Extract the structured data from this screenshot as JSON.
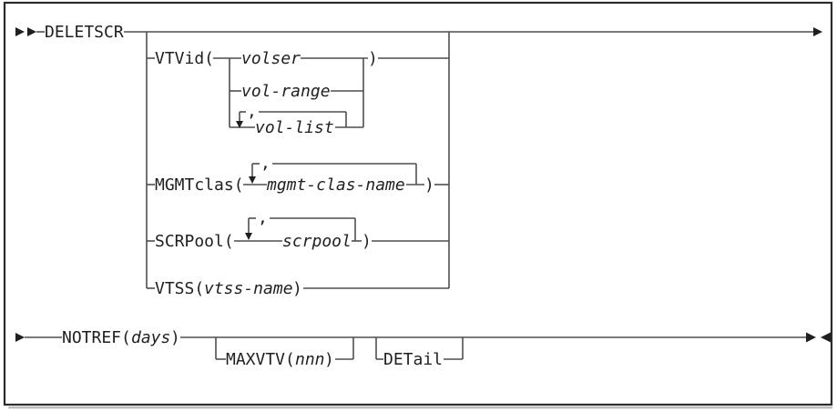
{
  "page": {
    "background": "#ffffff",
    "frame_border_color": "#2b2b2c",
    "frame_shadow_color": "#bcbdbf"
  },
  "diagram": {
    "kind": "command-syntax-railroad",
    "colors": {
      "rail": "#4d4e50",
      "text": "#1f1f20",
      "arrow": "#1f1f20"
    },
    "labels": {
      "command": "DELETSCR",
      "vtvid_open": "VTVid(",
      "volser": "volser",
      "vol_range": "vol-range",
      "vol_list": "vol-list",
      "vtvid_separator": ",",
      "vtvid_close": ")",
      "mgmtclas_open": "MGMTclas(",
      "mgmtclas_separator": ",",
      "mgmt_clas_name": "mgmt-clas-name",
      "mgmtclas_close": ")",
      "scrpool_open": "SCRPool(",
      "scrpool_separator": ",",
      "scrpool": "scrpool",
      "scrpool_close": ")",
      "vtss_open": "VTSS(",
      "vtss_name": "vtss-name",
      "vtss_close": ")",
      "notref_open": "NOTREF(",
      "days": "days",
      "notref_close": ")",
      "maxvtv_open": "MAXVTV(",
      "nnn": "nnn",
      "maxvtv_close": ")",
      "detail": "DETail"
    },
    "syntax_summary": {
      "command": "DELETSCR",
      "optional_parameter_choices": [
        "VTVid( volser | vol-range | vol-list,... )",
        "MGMTclas( mgmt-clas-name,... )",
        "SCRPool( scrpool,... )",
        "VTSS( vtss-name )"
      ],
      "second_line": [
        "NOTREF( days )",
        "MAXVTV( nnn ) [optional]",
        "DETail [optional]"
      ]
    }
  }
}
